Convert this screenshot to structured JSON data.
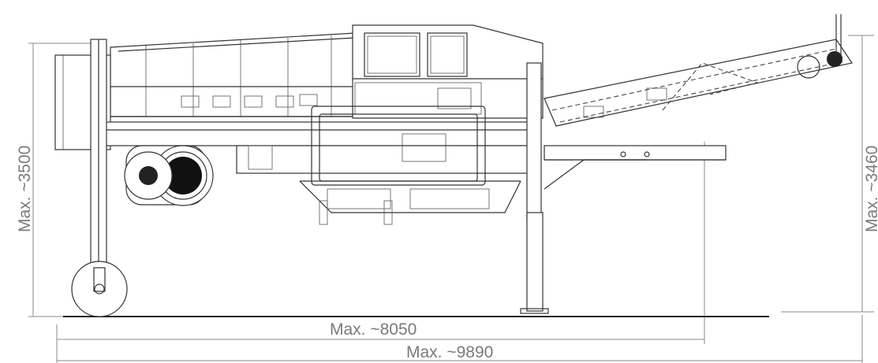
{
  "dimensions": {
    "height_left": "Max. ~3500",
    "height_right": "Max. ~3460",
    "length_inner": "Max. ~8050",
    "length_outer": "Max. ~9890"
  },
  "colors": {
    "line": "#333333",
    "dimension": "#8a8a8a",
    "background": "#ffffff"
  }
}
